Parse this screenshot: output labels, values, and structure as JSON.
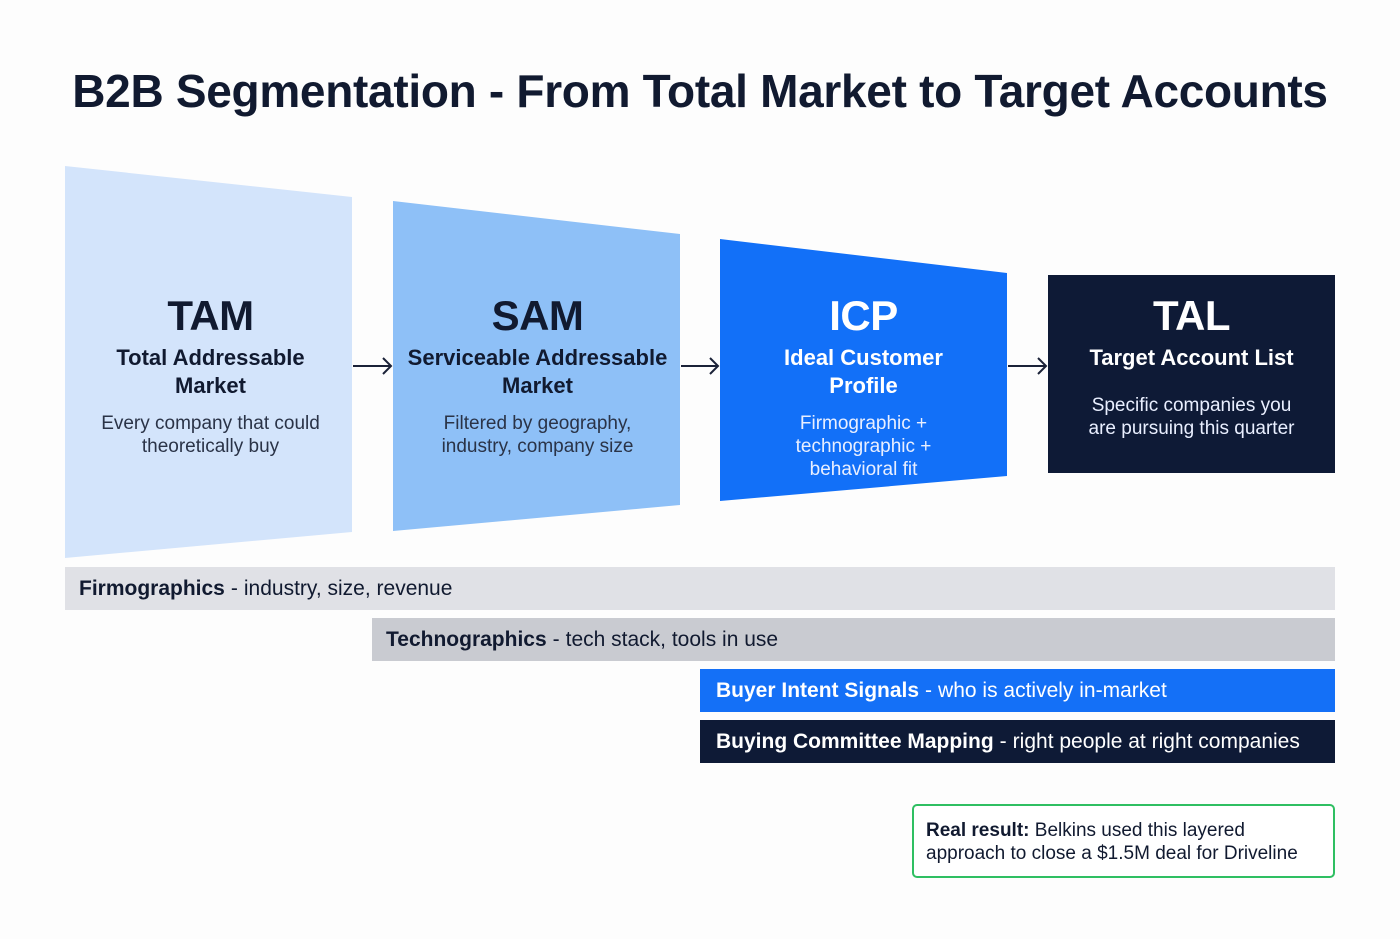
{
  "title": "B2B Segmentation - From Total Market to Target Accounts",
  "colors": {
    "tam_fill": "#d3e4fb",
    "sam_fill": "#8ec0f7",
    "icp_fill": "#1270f8",
    "tal_fill": "#0e1a36",
    "arrow": "#1b2238",
    "layer_firmographics": "#e0e1e6",
    "layer_technographics": "#c9cbd1",
    "layer_intent": "#1470f7",
    "layer_committee": "#0e1a36",
    "result_border": "#2fbf62"
  },
  "stages": [
    {
      "abbr": "TAM",
      "name": "Total Addressable Market",
      "description": "Every company that could theoretically buy"
    },
    {
      "abbr": "SAM",
      "name": "Serviceable Addressable Market",
      "description": "Filtered by geography, industry, company size"
    },
    {
      "abbr": "ICP",
      "name": "Ideal Customer Profile",
      "description": "Firmographic + technographic + behavioral fit"
    },
    {
      "abbr": "TAL",
      "name": "Target Account List",
      "description": "Specific companies you are pursuing this quarter"
    }
  ],
  "arrows": [
    "arrow-right-icon",
    "arrow-right-icon",
    "arrow-right-icon"
  ],
  "layers": [
    {
      "label": "Firmographics",
      "separator": "-",
      "detail": "industry, size, revenue"
    },
    {
      "label": "Technographics",
      "separator": "-",
      "detail": "tech stack, tools in use"
    },
    {
      "label": "Buyer Intent Signals",
      "separator": "-",
      "detail": "who is actively in-market"
    },
    {
      "label": "Buying Committee Mapping",
      "separator": "-",
      "detail": "right people at right companies"
    }
  ],
  "result": {
    "label": "Real result:",
    "text": "Belkins used this layered approach to close a $1.5M deal for Driveline"
  }
}
